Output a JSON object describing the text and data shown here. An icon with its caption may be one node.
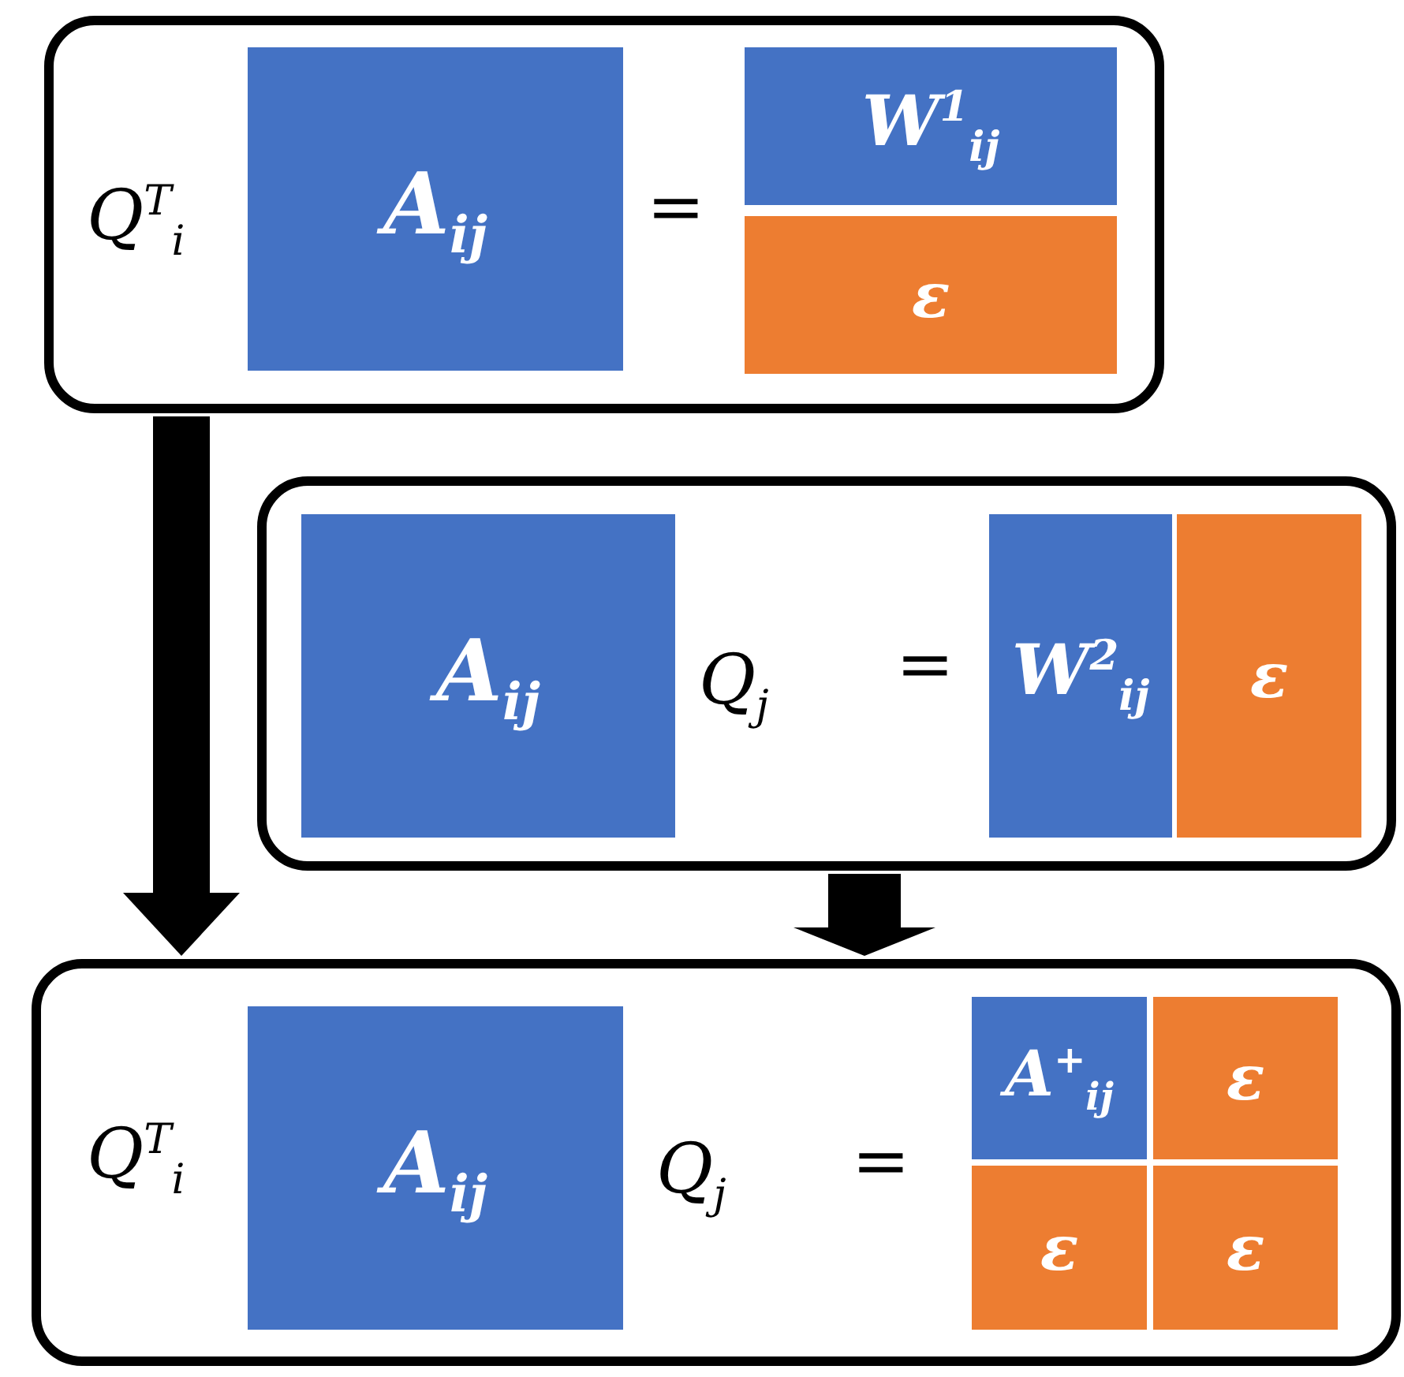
{
  "diagram": {
    "nodes": [
      {
        "text": [],
        "shape": "box"
      },
      {
        "text": [
          "A$_{ij}$"
        ],
        "in": 0
      },
      {
        "text": [
          "W$^{1}$$_{ij}$"
        ],
        "in": 0
      },
      {
        "text": [
          "ε"
        ],
        "in": 0
      },
      {
        "text": [],
        "shape": "box"
      },
      {
        "text": [
          "A$_{ij}$"
        ],
        "in": 4
      },
      {
        "text": [
          "W$^{2}$$_{ij}$"
        ],
        "in": 4
      },
      {
        "text": [
          "ε"
        ],
        "in": 4
      },
      {
        "text": [],
        "shape": "box"
      },
      {
        "text": [
          "A$_{ij}$"
        ],
        "in": 8
      },
      {
        "text": [
          "A$^{+}$$_{ij}$"
        ],
        "in": 8
      },
      {
        "text": [
          "ε"
        ],
        "in": 8
      },
      {
        "text": [
          "ε"
        ],
        "in": 8
      },
      {
        "text": [
          "ε"
        ],
        "in": 8
      }
    ],
    "edges": [
      {
        "from": 0,
        "to": 8,
        "arrow": "to"
      },
      {
        "from": 4,
        "to": 8,
        "arrow": "to"
      }
    ],
    "labels": [
      "Q$^{T}$$_{i}$",
      "=",
      "Q$_{j}$",
      "=",
      "Q$^{T}$$_{i}$",
      "Q$_{j}$",
      "="
    ]
  }
}
